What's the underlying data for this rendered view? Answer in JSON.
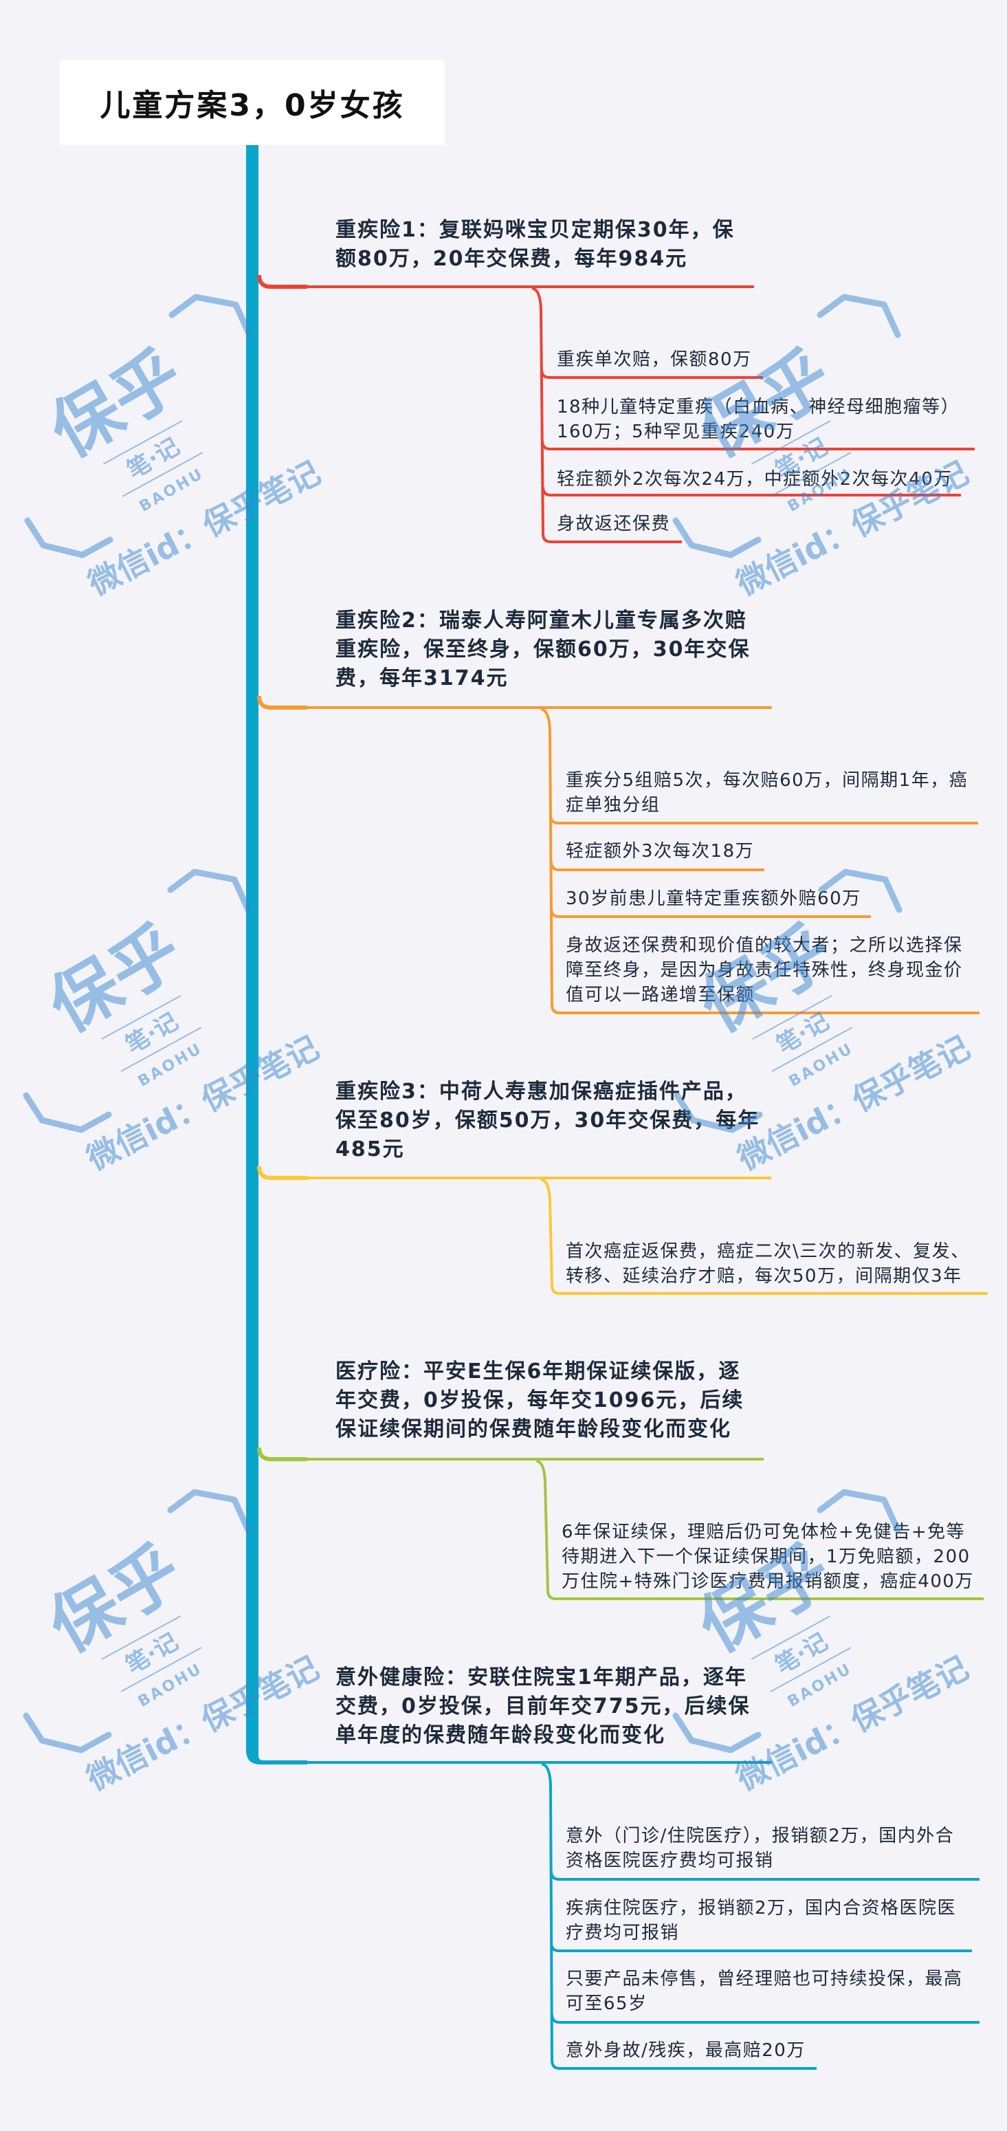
{
  "title": "儿童方案3，0岁女孩",
  "colors": {
    "background": "#F4F4F8",
    "trunk": "#0AA5CB",
    "text": "#1E2A3B"
  },
  "branches": [
    {
      "color": "#EF4136",
      "lines": [
        "重疾险1：复联妈咪宝贝定期保30年，保",
        "额80万，20年交保费，每年984元"
      ],
      "leaves": [
        {
          "lines": [
            "重疾单次赔，保额80万"
          ]
        },
        {
          "lines": [
            "18种儿童特定重疾（白血病、神经母细胞瘤等）",
            "160万；5种罕见重疾240万"
          ]
        },
        {
          "lines": [
            "轻症额外2次每次24万，中症额外2次每次40万"
          ]
        },
        {
          "lines": [
            "身故返还保费"
          ]
        }
      ]
    },
    {
      "color": "#F89A32",
      "lines": [
        "重疾险2：瑞泰人寿阿童木儿童专属多次赔",
        "重疾险，保至终身，保额60万，30年交保",
        "费，每年3174元"
      ],
      "leaves": [
        {
          "lines": [
            "重疾分5组赔5次，每次赔60万，间隔期1年，癌",
            "症单独分组"
          ]
        },
        {
          "lines": [
            "轻症额外3次每次18万"
          ]
        },
        {
          "lines": [
            "30岁前患儿童特定重疾额外赔60万"
          ]
        },
        {
          "lines": [
            "身故返还保费和现价值的较大者；之所以选择保",
            "障至终身，是因为身故责任特殊性，终身现金价",
            "值可以一路递增至保额"
          ]
        }
      ]
    },
    {
      "color": "#FDC736",
      "lines": [
        "重疾险3：中荷人寿惠加保癌症插件产品，",
        "保至80岁，保额50万，30年交保费，每年",
        "485元"
      ],
      "leaves": [
        {
          "lines": [
            "首次癌症返保费，癌症二次\\三次的新发、复发、",
            "转移、延续治疗才赔，每次50万，间隔期仅3年"
          ]
        }
      ]
    },
    {
      "color": "#A3C540",
      "lines": [
        "医疗险：平安E生保6年期保证续保版，逐",
        "年交费，0岁投保，每年交1096元，后续",
        "保证续保期间的保费随年龄段变化而变化"
      ],
      "leaves": [
        {
          "lines": [
            "6年保证续保，理赔后仍可免体检+免健告+免等",
            "待期进入下一个保证续保期间，1万免赔额，200",
            "万住院+特殊门诊医疗费用报销额度，癌症400万"
          ]
        }
      ]
    },
    {
      "color": "#0AA5CB",
      "lines": [
        "意外健康险：安联住院宝1年期产品，逐年",
        "交费，0岁投保，目前年交775元，后续保",
        "单年度的保费随年龄段变化而变化"
      ],
      "leaves": [
        {
          "lines": [
            "意外（门诊/住院医疗），报销额2万，国内外合",
            "资格医院医疗费均可报销"
          ]
        },
        {
          "lines": [
            "疾病住院医疗，报销额2万，国内合资格医院医",
            "疗费均可报销"
          ]
        },
        {
          "lines": [
            "只要产品未停售，曾经理赔也可持续投保，最高",
            "可至65岁"
          ]
        },
        {
          "lines": [
            "意外身故/残疾，最高赔20万"
          ]
        }
      ]
    }
  ],
  "watermark": {
    "logo": "保乎",
    "sub": "笔·记",
    "brand": "BAOHU",
    "wechat": "微信id：保乎笔记",
    "color": "#3C87D2"
  }
}
